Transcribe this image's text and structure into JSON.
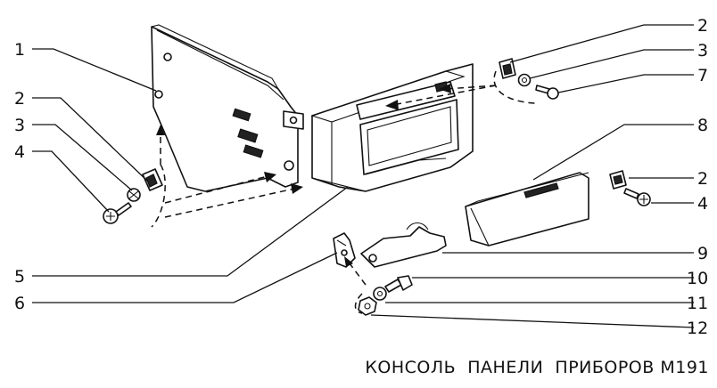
{
  "figure": {
    "caption": "КОНСОЛЬ  ПАНЕЛИ  ПРИБОРОВ М191"
  },
  "callouts": {
    "left": [
      "1",
      "2",
      "3",
      "4",
      "5",
      "6"
    ],
    "right": [
      "2",
      "3",
      "7",
      "8",
      "2",
      "4",
      "9",
      "10",
      "11",
      "12"
    ]
  }
}
